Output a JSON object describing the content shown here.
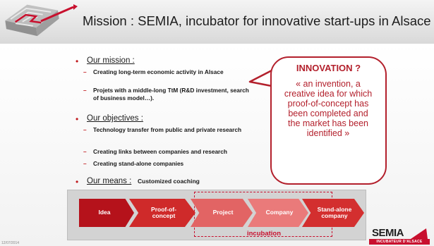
{
  "slide": {
    "title": "Mission : SEMIA, incubator for innovative start-ups in Alsace"
  },
  "mission": {
    "heading": "Our mission :",
    "items": [
      "Creating long-term economic activity in Alsace",
      "Projets with a middle-long TtM (R&D investment, search of business model…)."
    ]
  },
  "objectives": {
    "heading": "Our objectives :",
    "items": [
      "Technology transfer from public and private research",
      "Creating links between companies and research",
      "Creating stand-alone companies"
    ]
  },
  "means": {
    "heading": "Our means :",
    "detail": "Customized coaching"
  },
  "callout": {
    "title": "INNOVATION ?",
    "body": "« an invention, a creative idea for which proof-of-concept has been completed and the market has been identified »"
  },
  "process": {
    "steps": [
      {
        "label": "Idea",
        "color": "#b5121b"
      },
      {
        "label": "Proof-of-concept",
        "color": "#cf2a2a"
      },
      {
        "label": "Project",
        "color": "#e26464"
      },
      {
        "label": "Company",
        "color": "#ea7a7a"
      },
      {
        "label": "Stand-alone company",
        "color": "#d32f2f"
      }
    ],
    "incubation_label": "incubation"
  },
  "brand": {
    "logo_text": "SEMIA",
    "logo_sub": "INCUBATEUR D'ALSACE",
    "accent": "#c8102e"
  },
  "footer": {
    "date": "12/07/2014"
  }
}
